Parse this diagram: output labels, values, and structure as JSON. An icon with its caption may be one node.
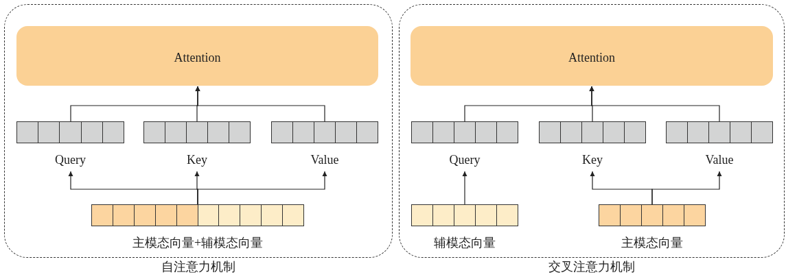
{
  "diagram": {
    "nodes": [
      {
        "text": [
          "自注意力机制"
        ]
      },
      {
        "text": [
          "Attention"
        ],
        "in": 0
      },
      {
        "text": [
          "Query"
        ],
        "in": 0
      },
      {
        "text": [
          "Key"
        ],
        "in": 0
      },
      {
        "text": [
          "Value"
        ],
        "in": 0
      },
      {
        "text": [
          "主模态向量+辅模态向量"
        ],
        "in": 0
      },
      {
        "text": [
          "交叉注意力机制"
        ]
      },
      {
        "text": [
          "Attention"
        ],
        "in": 6
      },
      {
        "text": [
          "Query"
        ],
        "in": 6
      },
      {
        "text": [
          "Key"
        ],
        "in": 6
      },
      {
        "text": [
          "Value"
        ],
        "in": 6
      },
      {
        "text": [
          "辅模态向量"
        ],
        "in": 6
      },
      {
        "text": [
          "主模态向量"
        ],
        "in": 6
      }
    ],
    "edges": [
      {
        "from": 5,
        "to": 2,
        "arrow": "to"
      },
      {
        "from": 5,
        "to": 3,
        "arrow": "to"
      },
      {
        "from": 5,
        "to": 4,
        "arrow": "to"
      },
      {
        "from": 2,
        "to": 1,
        "arrow": "to"
      },
      {
        "from": 3,
        "to": 1,
        "arrow": "to"
      },
      {
        "from": 4,
        "to": 1,
        "arrow": "to"
      },
      {
        "from": 11,
        "to": 8,
        "arrow": "to"
      },
      {
        "from": 12,
        "to": 9,
        "arrow": "to"
      },
      {
        "from": 12,
        "to": 10,
        "arrow": "to"
      },
      {
        "from": 8,
        "to": 7,
        "arrow": "to"
      },
      {
        "from": 9,
        "to": 7,
        "arrow": "to"
      },
      {
        "from": 10,
        "to": 7,
        "arrow": "to"
      }
    ]
  }
}
